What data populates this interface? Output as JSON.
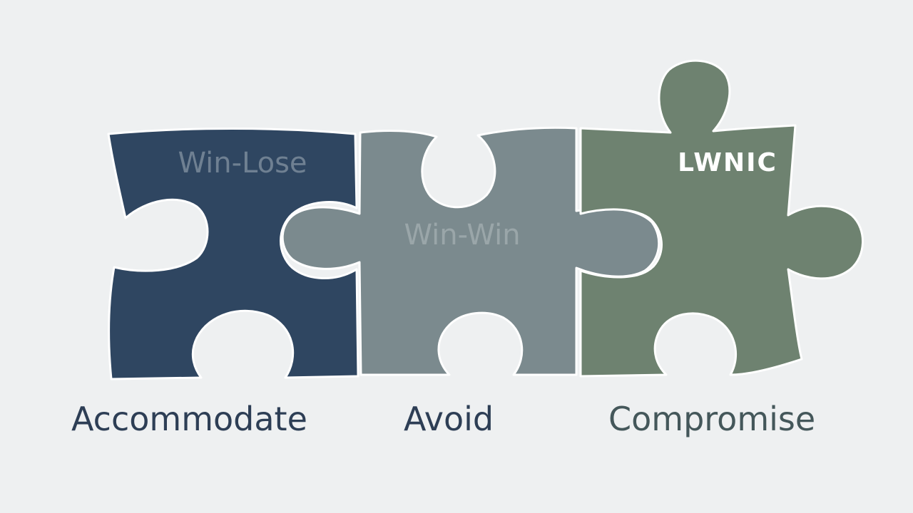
{
  "pieces": [
    {
      "label": "Win-Lose",
      "color": "#2f4661",
      "label_color": "#6f8092"
    },
    {
      "label": "Win-Win",
      "color": "#7b8a8e",
      "label_color": "#9aa6a9"
    },
    {
      "label": "",
      "color": "#6e8270",
      "label_color": "#ffffff"
    }
  ],
  "logo": {
    "text": "LWNIC"
  },
  "captions": [
    {
      "text": "Accommodate",
      "color": "#2d3e55"
    },
    {
      "text": "Avoid",
      "color": "#2d3e55"
    },
    {
      "text": "Compromise",
      "color": "#44575a"
    }
  ]
}
